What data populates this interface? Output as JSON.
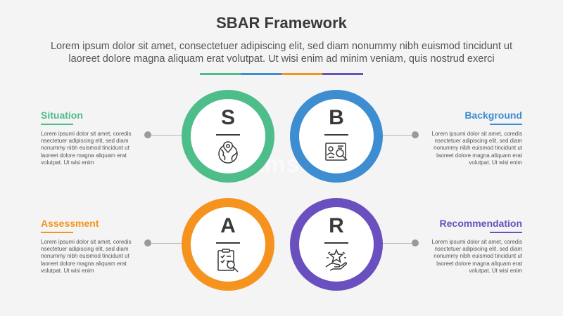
{
  "header": {
    "title": "SBAR Framework",
    "subtitle_line1": "Lorem ipsum dolor sit amet, consectetuer adipiscing elit, sed diam nonummy nibh euismod tincidunt ut",
    "subtitle_line2": "laoreet dolore magna aliquam erat volutpat. Ut wisi enim ad minim veniam, quis nostrud exerci"
  },
  "colors": {
    "green": "#4dbd8a",
    "blue": "#3d8dd0",
    "orange": "#f6931f",
    "purple": "#6a4fbe"
  },
  "sections": {
    "situation": {
      "title": "Situation",
      "letter": "S",
      "icon": "globe-location-icon",
      "desc": [
        "Lorem ipsumi dolor sit amet, coredis",
        "nsectetuer adipiscing elit, sed diam",
        "nonummy nibh euismod tincidunt ut",
        "laoreet dolore magna aliquam erat",
        "volutpat. Ut wisi enim"
      ]
    },
    "background": {
      "title": "Background",
      "letter": "B",
      "icon": "document-search-icon",
      "desc": [
        "Lorem ipsumi dolor sit amet, coredis",
        "nsectetuer adipiscing elit, sed diam",
        "nonummy nibh euismod tincidunt ut",
        "laoreet dolore magna aliquam erat",
        "volutpat. Ut wisi enim"
      ]
    },
    "assessment": {
      "title": "Assessment",
      "letter": "A",
      "icon": "clipboard-magnifier-icon",
      "desc": [
        "Lorem ipsumi dolor sit amet, coredis",
        "nsectetuer adipiscing elit, sed diam",
        "nonummy nibh euismod tincidunt ut",
        "laoreet dolore magna aliquam erat",
        "volutpat. Ut wisi enim"
      ]
    },
    "recommendation": {
      "title": "Recommendation",
      "letter": "R",
      "icon": "hand-star-icon",
      "desc": [
        "Lorem ipsumi dolor sit amet, coredis",
        "nsectetuer adipiscing elit, sed diam",
        "nonummy nibh euismod tincidunt ut",
        "laoreet dolore magna aliquam erat",
        "volutpat. Ut wisi enim"
      ]
    }
  },
  "watermark": "dreamstime"
}
